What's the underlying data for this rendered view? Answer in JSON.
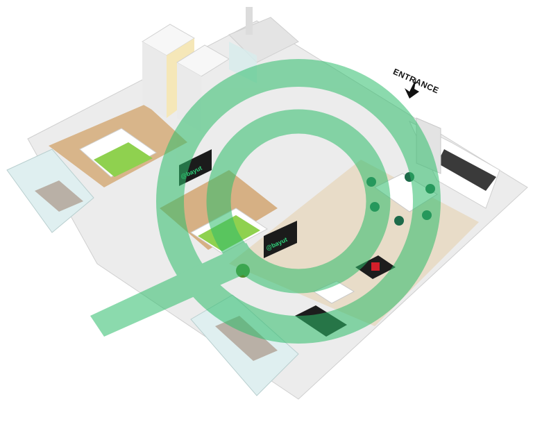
{
  "entrance": {
    "label": "ENTRANCE"
  },
  "tv_logo": {
    "text": "@bayut"
  },
  "watermark": {
    "color": "#2ebd6b",
    "opacity": 0.55
  },
  "colors": {
    "wall": "#f4f4f4",
    "wall_shadow": "#d9d9d9",
    "wood_floor": "#d8b58a",
    "tile_floor": "#e8dcc8",
    "bed_green": "#8fd14f",
    "chair_green": "#1e6b4a",
    "sofa_dark": "#1d1d1d",
    "cushion_red": "#d21f2a",
    "balcony_glass": "#dfeff0"
  }
}
